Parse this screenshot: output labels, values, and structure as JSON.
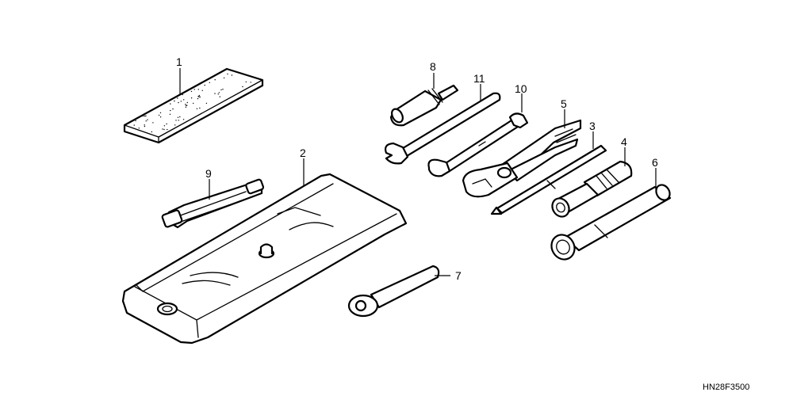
{
  "diagram_code": "HN28F3500",
  "callouts": {
    "c1": "1",
    "c2": "2",
    "c3": "3",
    "c4": "4",
    "c5": "5",
    "c6": "6",
    "c7": "7",
    "c8": "8",
    "c9": "9",
    "c10": "10",
    "c11": "11"
  }
}
